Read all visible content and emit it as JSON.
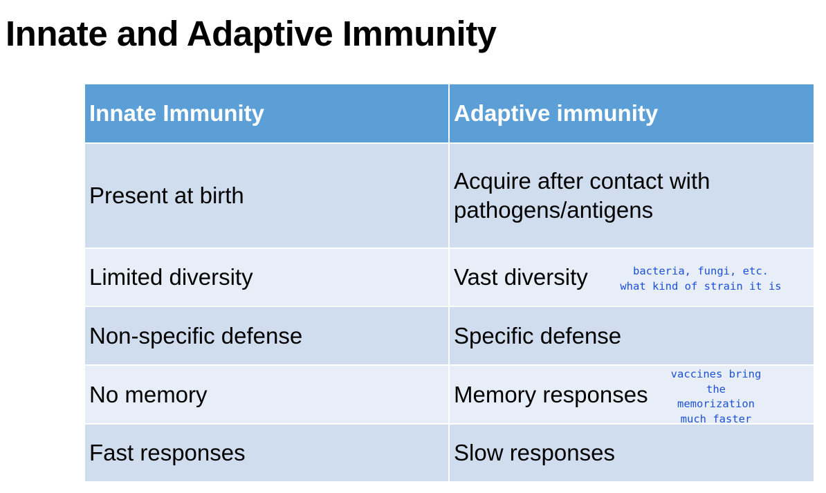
{
  "title": "Innate and Adaptive Immunity",
  "table": {
    "headers": [
      "Innate Immunity",
      "Adaptive immunity"
    ],
    "rows": [
      [
        "Present at birth",
        "Acquire after contact with pathogens/antigens"
      ],
      [
        "Limited diversity",
        "Vast diversity"
      ],
      [
        "Non-specific defense",
        "Specific defense"
      ],
      [
        "No memory",
        "Memory responses"
      ],
      [
        "Fast responses",
        "Slow responses"
      ]
    ]
  },
  "annotations": {
    "diversity": [
      "bacteria, fungi, etc.",
      "what kind of strain it is"
    ],
    "memory": [
      "vaccines bring",
      "the",
      "memorization",
      "much faster"
    ]
  },
  "colors": {
    "header_background": "#5b9fd6",
    "row_dark": "#d0ddee",
    "row_light": "#e8eef8",
    "annotation_ink": "#1a4fd8"
  }
}
